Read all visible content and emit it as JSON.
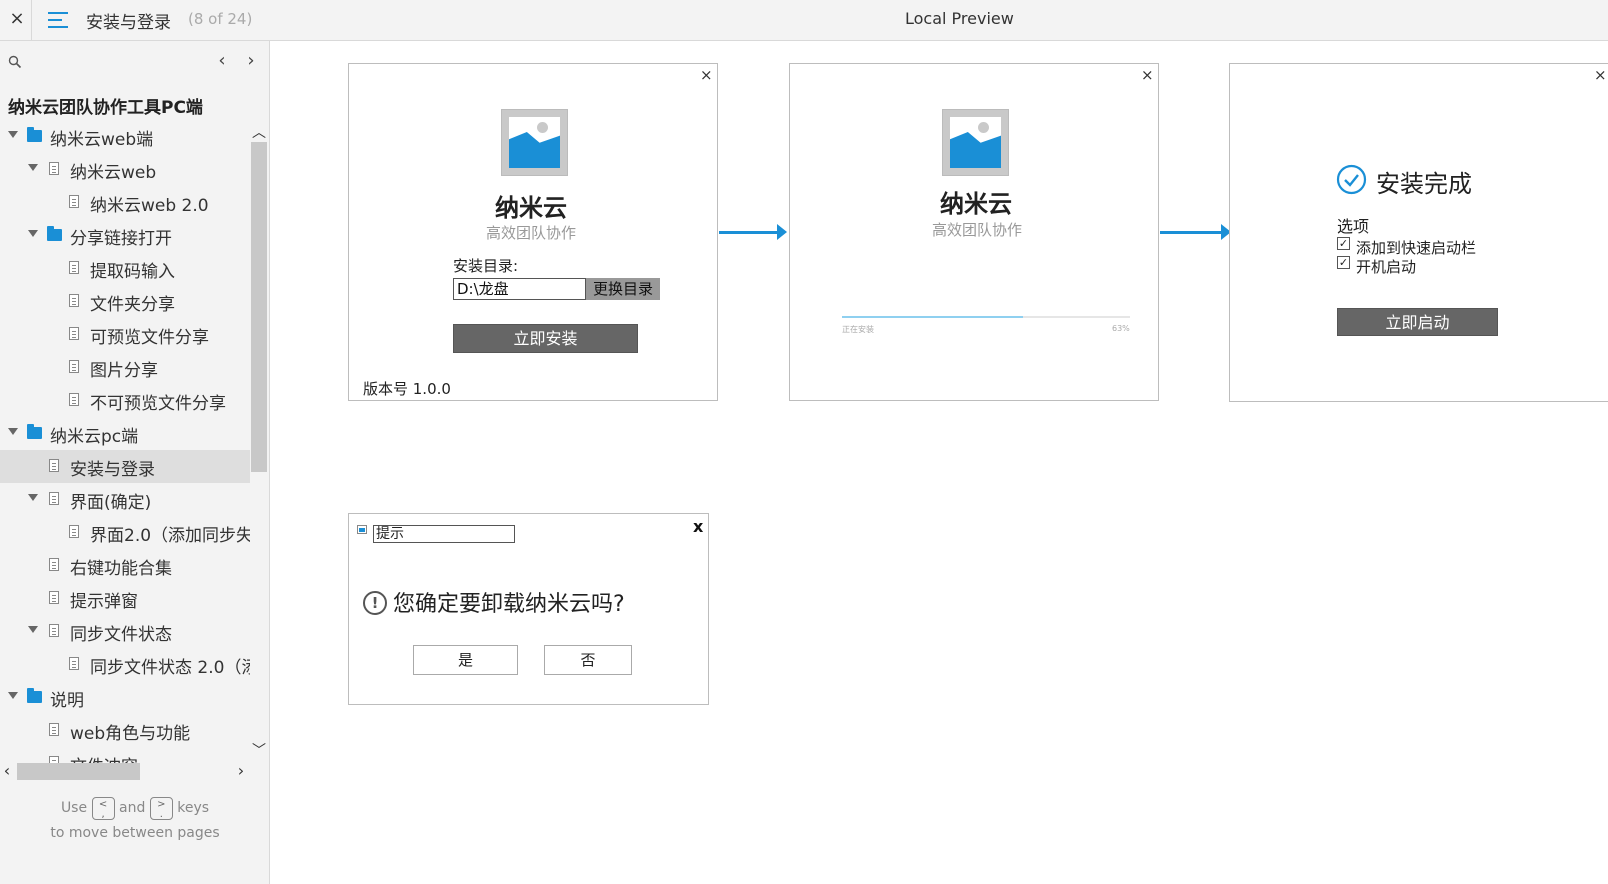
{
  "topbar": {
    "close_glyph": "×",
    "page_title": "安装与登录",
    "page_count": "(8 of 24)",
    "preview_label": "Local Preview"
  },
  "sidebar": {
    "prev_glyph": "‹",
    "next_glyph": "›",
    "project_title": "纳米云团队协作工具PC端",
    "items": [
      {
        "label": "纳米云web端",
        "type": "folder",
        "level": 0,
        "expanded": true
      },
      {
        "label": "纳米云web",
        "type": "page",
        "level": 1,
        "expanded": true
      },
      {
        "label": "纳米云web 2.0",
        "type": "page",
        "level": 2
      },
      {
        "label": "分享链接打开",
        "type": "folder",
        "level": 1,
        "expanded": true
      },
      {
        "label": "提取码输入",
        "type": "page",
        "level": 2
      },
      {
        "label": "文件夹分享",
        "type": "page",
        "level": 2
      },
      {
        "label": "可预览文件分享",
        "type": "page",
        "level": 2
      },
      {
        "label": "图片分享",
        "type": "page",
        "level": 2
      },
      {
        "label": "不可预览文件分享",
        "type": "page",
        "level": 2
      },
      {
        "label": "纳米云pc端",
        "type": "folder",
        "level": 0,
        "expanded": true
      },
      {
        "label": "安装与登录",
        "type": "page",
        "level": 1,
        "selected": true
      },
      {
        "label": "界面(确定)",
        "type": "page",
        "level": 1,
        "expanded": true
      },
      {
        "label": "界面2.0（添加同步失",
        "type": "page",
        "level": 2
      },
      {
        "label": "右键功能合集",
        "type": "page",
        "level": 1
      },
      {
        "label": "提示弹窗",
        "type": "page",
        "level": 1
      },
      {
        "label": "同步文件状态",
        "type": "page",
        "level": 1,
        "expanded": true
      },
      {
        "label": "同步文件状态 2.0（添",
        "type": "page",
        "level": 2
      },
      {
        "label": "说明",
        "type": "folder",
        "level": 0,
        "expanded": true
      },
      {
        "label": "web角色与功能",
        "type": "page",
        "level": 1
      },
      {
        "label": "文件冲突",
        "type": "page",
        "level": 1
      }
    ],
    "hint": {
      "use": "Use",
      "and": "and",
      "keys": "keys",
      "line2": "to move between pages",
      "key1": "<\n,",
      "key2": ">\n."
    }
  },
  "canvas": {
    "install_dialog": {
      "close_glyph": "×",
      "brand": "纳米云",
      "tagline": "高效团队协作",
      "dir_label": "安装目录:",
      "dir_value": "D:\\龙盘",
      "change_dir_button": "更换目录",
      "install_button": "立即安装",
      "version": "版本号 1.0.0"
    },
    "progress_dialog": {
      "close_glyph": "×",
      "brand": "纳米云",
      "tagline": "高效团队协作",
      "status_text": "正在安装",
      "percent_text": "63%",
      "progress": 0.63
    },
    "complete_dialog": {
      "close_glyph": "×",
      "title": "安装完成",
      "options_label": "选项",
      "option1": "添加到快速启动栏",
      "option2": "开机启动",
      "check_glyph": "✓",
      "launch_button": "立即启动"
    },
    "uninstall_dialog": {
      "title": "提示",
      "close_glyph": "x",
      "warning_glyph": "!",
      "message": "您确定要卸载纳米云吗?",
      "yes_button": "是",
      "no_button": "否"
    }
  },
  "colors": {
    "accent": "#1a8fd6",
    "button_dark": "#666666",
    "sidebar_bg": "#f3f3f3"
  }
}
